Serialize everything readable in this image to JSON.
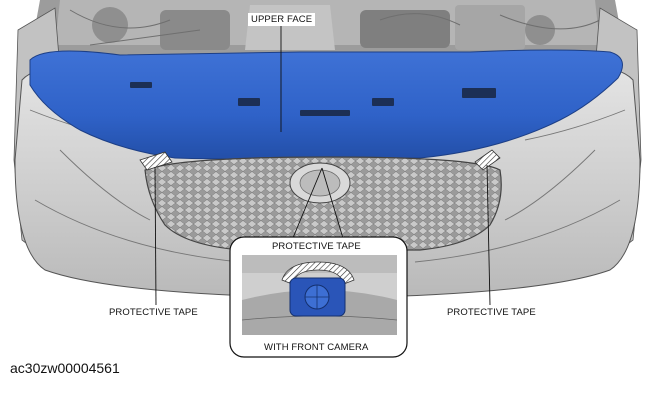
{
  "labels": {
    "upper_face": "UPPER FACE",
    "protective_tape_left": "PROTECTIVE TAPE",
    "protective_tape_right": "PROTECTIVE TAPE",
    "protective_tape_inset": "PROTECTIVE TAPE",
    "inset_caption": "WITH FRONT CAMERA"
  },
  "document_id": "ac30zw00004561",
  "colors": {
    "highlight": "#2f62c8",
    "body": "#cfcfcf",
    "grille": "#8a8a8a",
    "camera": "#2a55b8"
  }
}
